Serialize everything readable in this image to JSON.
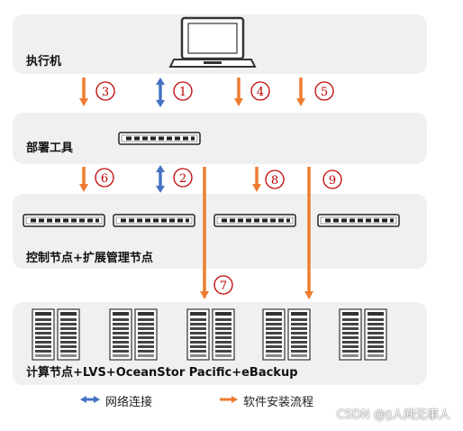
{
  "layers": {
    "executor": "执行机",
    "deploy": "部署工具",
    "control": "控制节点+扩展管理节点",
    "compute": "计算节点+LVS+OceanStor Pacific+eBackup"
  },
  "steps": {
    "s1": "1",
    "s2": "2",
    "s3": "3",
    "s4": "4",
    "s5": "5",
    "s6": "6",
    "s7": "7",
    "s8": "8",
    "s9": "9"
  },
  "legend": {
    "network": "网络连接",
    "install": "软件安装流程"
  },
  "colors": {
    "network": "#4472c4",
    "install": "#ed7d31",
    "step_circle": "#c00000",
    "band": "#f0f0f0"
  },
  "watermark": "CSDN @▯人间无事人"
}
